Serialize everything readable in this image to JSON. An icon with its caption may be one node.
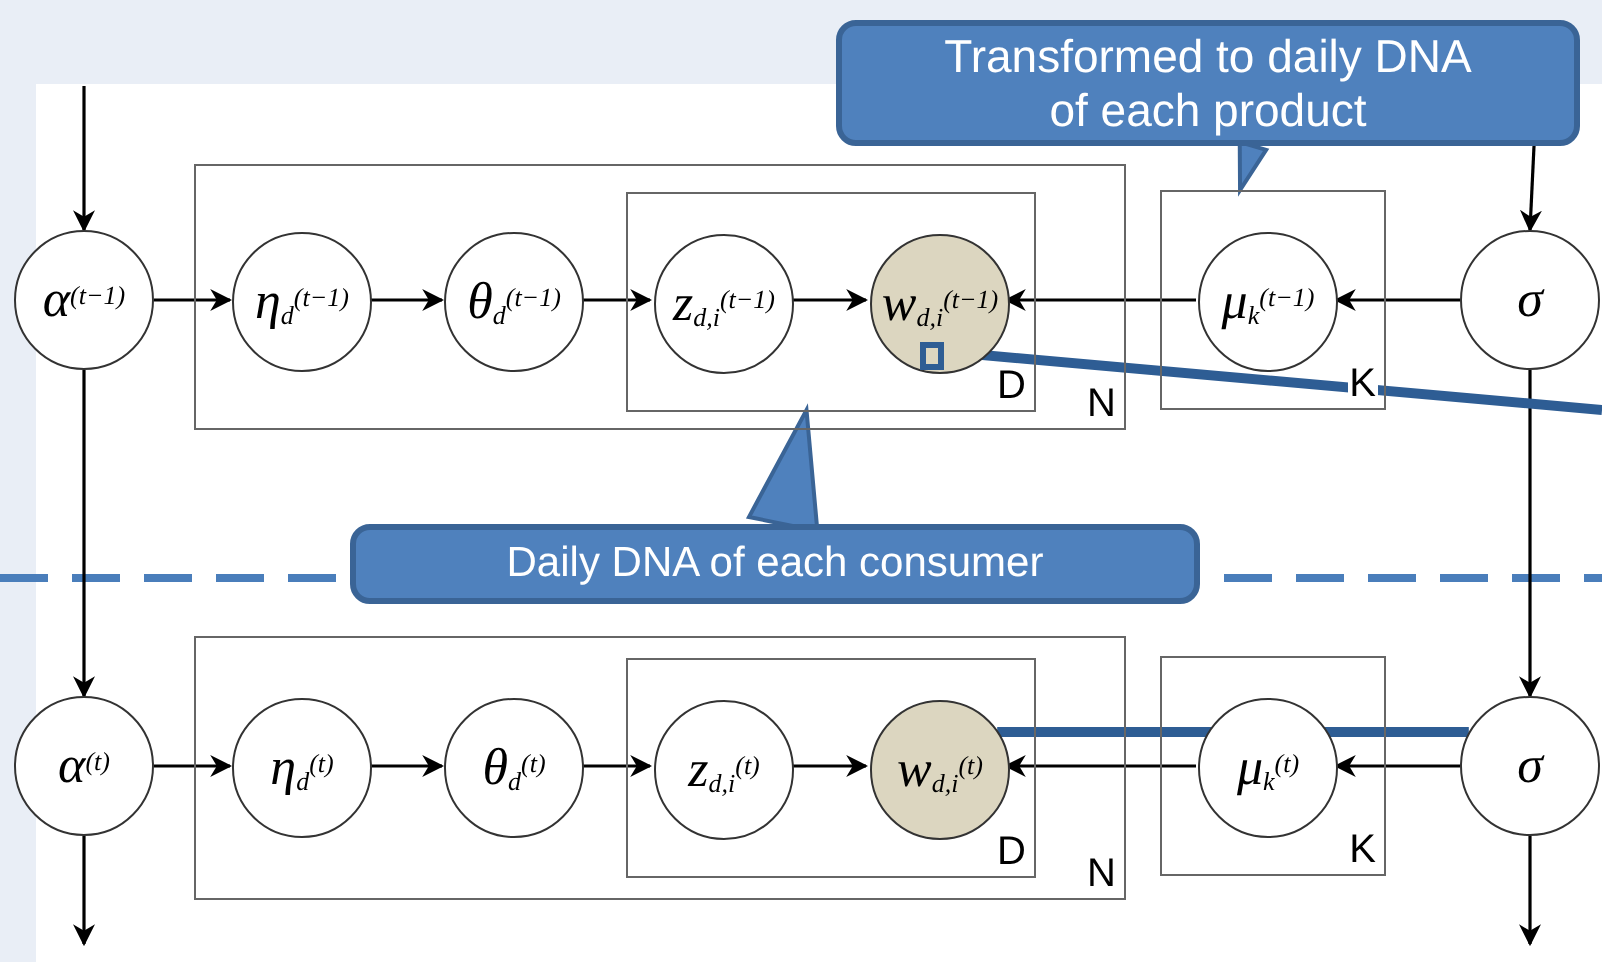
{
  "diagram": {
    "nodes": [
      {
        "text": [
          "Transformed to daily DNA of each product"
        ]
      },
      {
        "text": [
          "α$^{(t−1)}$"
        ]
      },
      {
        "text": [
          "N"
        ]
      },
      {
        "text": [
          "η$_{d}$$^{(t−1)}$"
        ],
        "in": 2
      },
      {
        "text": [
          "θ$_{d}$$^{(t−1)}$"
        ],
        "in": 2
      },
      {
        "text": [
          "D"
        ],
        "in": 2
      },
      {
        "text": [
          "z$_{d,i}$$^{(t−1)}$"
        ],
        "in": 5
      },
      {
        "text": [
          "w$_{d,i}$$^{(t−1)}$"
        ],
        "in": 5
      },
      {
        "text": [],
        "shape": "box",
        "in": 7
      },
      {
        "text": [
          "K"
        ]
      },
      {
        "text": [
          "μ$_{k}$$^{(t−1)}$"
        ],
        "in": 9
      },
      {
        "text": [
          "σ"
        ]
      },
      {
        "text": [
          "Daily DNA of each consumer"
        ]
      },
      {
        "text": [
          "α$^{(t)}$"
        ]
      },
      {
        "text": [
          "N"
        ]
      },
      {
        "text": [
          "η$_{d}$$^{(t)}$"
        ],
        "in": 14
      },
      {
        "text": [
          "θ$_{d}$$^{(t)}$"
        ],
        "in": 14
      },
      {
        "text": [
          "D"
        ],
        "in": 14
      },
      {
        "text": [
          "z$_{d,i}$$^{(t)}$"
        ],
        "in": 17
      },
      {
        "text": [
          "w$_{d,i}$$^{(t)}$"
        ],
        "in": 17
      },
      {
        "text": [
          "K"
        ]
      },
      {
        "text": [
          "μ$_{k}$$^{(t)}$"
        ],
        "in": 20
      },
      {
        "text": [
          "σ"
        ]
      }
    ],
    "edges": [
      {
        "from": null,
        "to": 1,
        "arrow": "to"
      },
      {
        "from": 1,
        "to": 3,
        "arrow": "to"
      },
      {
        "from": 3,
        "to": 4,
        "arrow": "to"
      },
      {
        "from": 4,
        "to": 6,
        "arrow": "to"
      },
      {
        "from": 6,
        "to": 7,
        "arrow": "to"
      },
      {
        "from": 10,
        "to": 7,
        "arrow": "to"
      },
      {
        "from": 11,
        "to": 10,
        "arrow": "to"
      },
      {
        "from": 0,
        "to": 11,
        "arrow": "to"
      },
      {
        "from": 1,
        "to": 13,
        "arrow": "to"
      },
      {
        "from": 11,
        "to": 22,
        "arrow": "to"
      },
      {
        "from": 0,
        "to": 9,
        "arrow": "to",
        "color": "#4f81bd"
      },
      {
        "from": 12,
        "to": 5,
        "arrow": "to",
        "color": "#4f81bd"
      },
      {
        "from": 8,
        "to": null,
        "arrow": "none",
        "style": "thick",
        "color": "#2e5d94"
      },
      {
        "from": 13,
        "to": 15,
        "arrow": "to"
      },
      {
        "from": 15,
        "to": 16,
        "arrow": "to"
      },
      {
        "from": 16,
        "to": 18,
        "arrow": "to"
      },
      {
        "from": 18,
        "to": 19,
        "arrow": "to"
      },
      {
        "from": 21,
        "to": 19,
        "arrow": "to"
      },
      {
        "from": 22,
        "to": 21,
        "arrow": "to"
      },
      {
        "from": 13,
        "to": null,
        "arrow": "to"
      },
      {
        "from": 22,
        "to": null,
        "arrow": "to"
      },
      {
        "from": 19,
        "to": 22,
        "arrow": "none",
        "style": "thick",
        "color": "#2e5d94"
      }
    ]
  }
}
